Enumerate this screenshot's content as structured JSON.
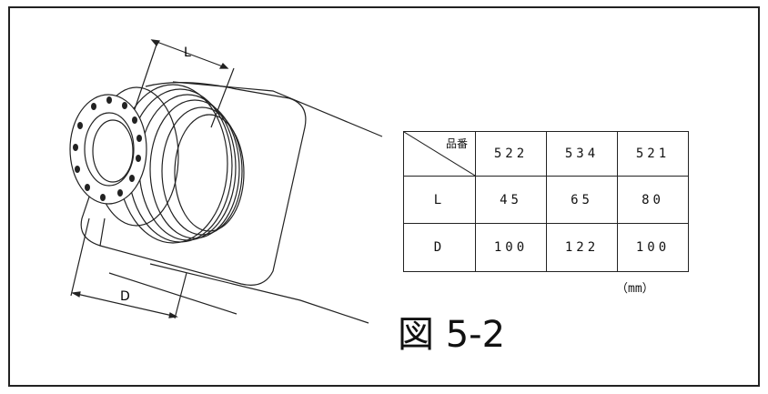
{
  "table": {
    "corner_label": "品番",
    "columns": [
      "522",
      "534",
      "521"
    ],
    "rows": [
      {
        "label": "L",
        "values": [
          "45",
          "65",
          "80"
        ]
      },
      {
        "label": "D",
        "values": [
          "100",
          "122",
          "100"
        ]
      }
    ]
  },
  "unit": "（mm）",
  "figure_caption": "図 5-2",
  "dimensions": {
    "length_label": "L",
    "diameter_label": "D"
  }
}
